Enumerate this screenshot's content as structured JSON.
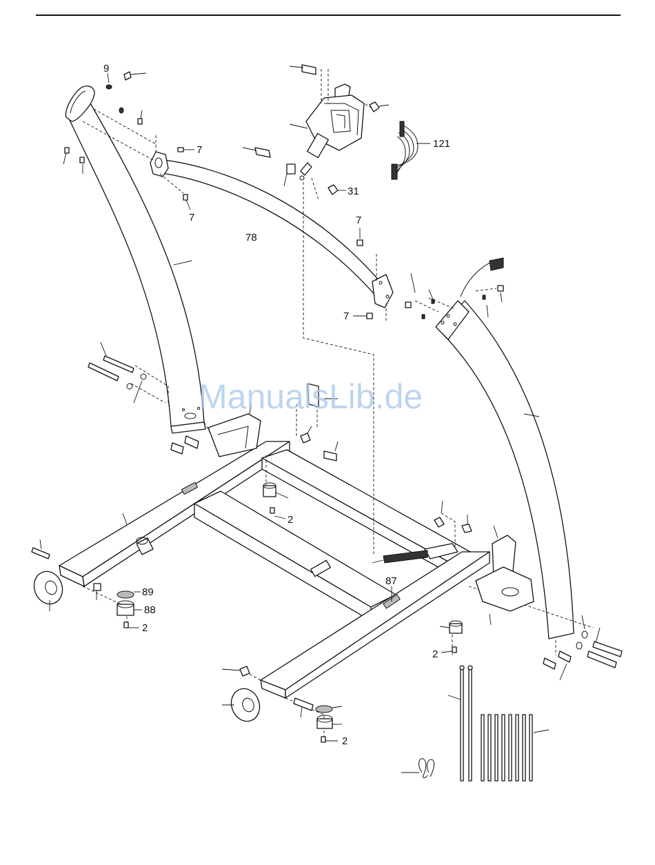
{
  "watermark": "ManualsLib.de",
  "callouts": {
    "c9": "9",
    "c7a": "7",
    "c7b": "7",
    "c7c": "7",
    "c7d": "7",
    "c31": "31",
    "c121": "121",
    "c78": "78",
    "c2a": "2",
    "c2b": "2",
    "c2c": "2",
    "c2d": "2",
    "c89": "89",
    "c88": "88",
    "c87": "87"
  }
}
